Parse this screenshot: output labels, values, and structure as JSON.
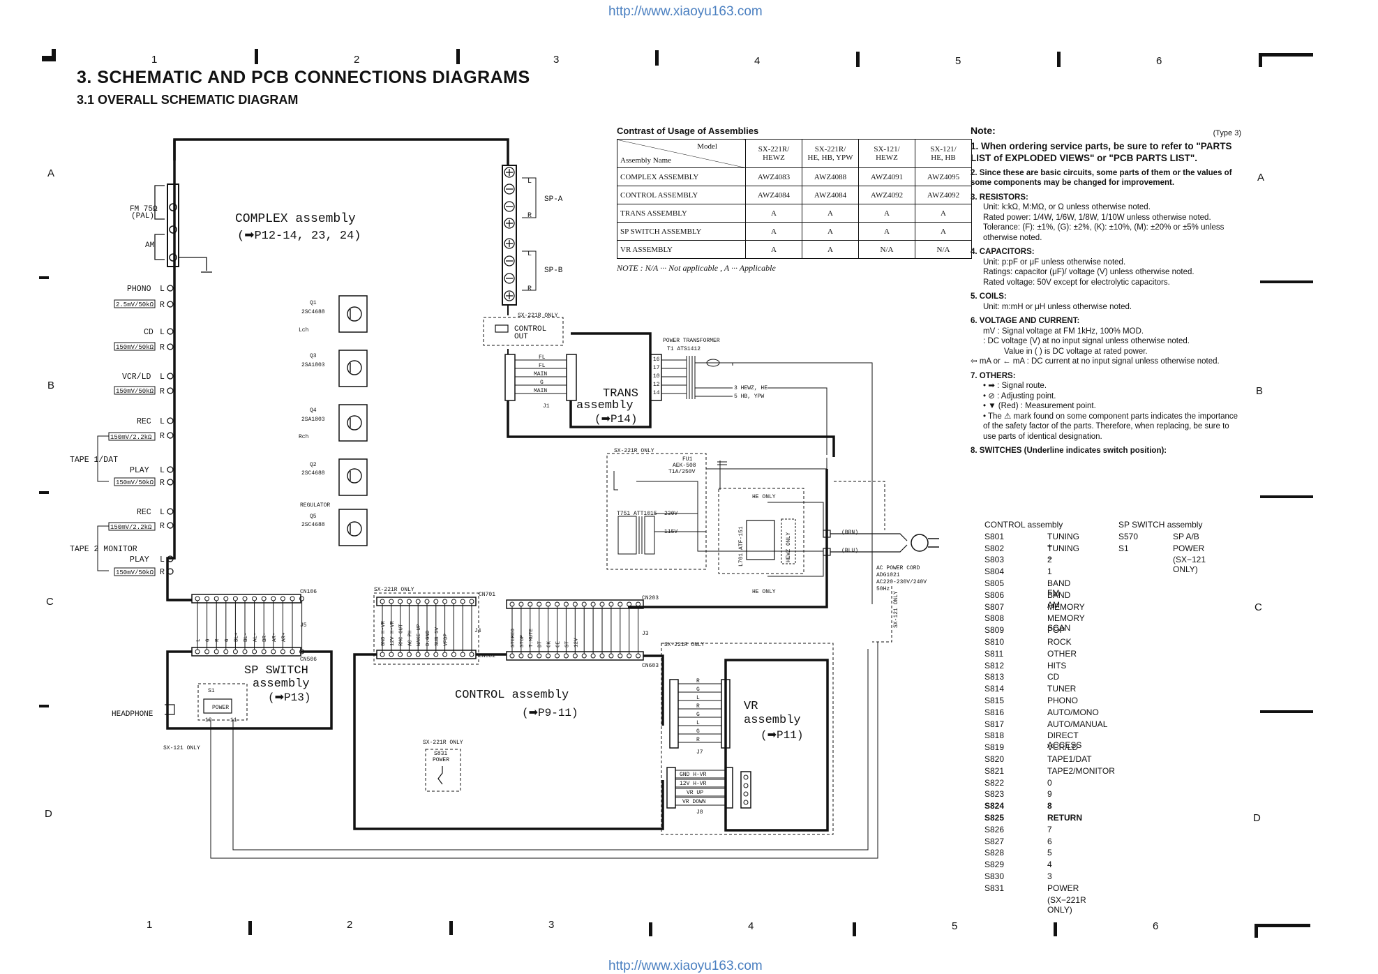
{
  "watermark": {
    "top_url": "http://www.xiaoyu163.com",
    "bottom_url": "http://www.xiaoyu163.com"
  },
  "header": {
    "title": "3. SCHEMATIC AND PCB CONNECTIONS DIAGRAMS",
    "subtitle": "3.1 OVERALL SCHEMATIC DIAGRAM"
  },
  "grid": {
    "columns": [
      "1",
      "2",
      "3",
      "4",
      "5",
      "6"
    ],
    "rows": [
      "A",
      "B",
      "C",
      "D"
    ]
  },
  "schematic": {
    "complex": {
      "name": "COMPLEX assembly",
      "ref": "(➡P12-14, 23, 24)"
    },
    "trans": {
      "name_1": "TRANS",
      "name_2": "assembly",
      "ref": "(➡P14)"
    },
    "sp_switch": {
      "name_1": "SP SWITCH",
      "name_2": "assembly",
      "ref": "(➡P13)"
    },
    "control": {
      "name": "CONTROL assembly",
      "ref": "(➡P9-11)"
    },
    "vr": {
      "name_1": "VR",
      "name_2": "assembly",
      "ref": "(➡P11)"
    },
    "inputs": {
      "fm": "FM 75Ω",
      "fm_pal": "(PAL)",
      "am": "AM",
      "phono": "PHONO",
      "cd": "CD",
      "vcr": "VCR/LD",
      "rec": "REC",
      "tape1": "TAPE 1/DAT",
      "play": "PLAY",
      "tape2": "TAPE 2 MONITOR",
      "lvl_phono": "2.5mV/50kΩ",
      "lvl_line": "150mV/50kΩ",
      "lvl_rec": "150mV/2.2kΩ",
      "L": "L",
      "R": "R"
    },
    "speakers": {
      "spa": "SP-A",
      "spb": "SP-B",
      "L": "L",
      "R": "R"
    },
    "transistors": [
      {
        "sym": "Q1",
        "part": "2SC4688",
        "side": "Lch"
      },
      {
        "sym": "Q3",
        "part": "2SA1803",
        "side": ""
      },
      {
        "sym": "Q4",
        "part": "2SA1803",
        "side": "Rch"
      },
      {
        "sym": "Q2",
        "part": "2SC4688",
        "side": ""
      },
      {
        "sym": "Q5",
        "part": "2SC4688",
        "side": "REGULATOR"
      }
    ],
    "control_out": {
      "note": "SX-221R ONLY",
      "label_1": "CONTROL",
      "label_2": "OUT"
    },
    "j1": {
      "pins": [
        "FL",
        "FL",
        "MAIN",
        "G",
        "MAIN"
      ],
      "name": "J1"
    },
    "transformer": {
      "label": "POWER TRANSFORMER",
      "ref": "T1  ATS1412",
      "taps": [
        "16",
        "17",
        "10",
        "12",
        "14"
      ],
      "out1": "3 HEWZ, HE",
      "out2": "5 HB, YPW"
    },
    "fuse": {
      "note": "SX-221R ONLY",
      "fu": "FU1",
      "part": "AEK-508",
      "rating": "T1A/250V"
    },
    "t751": {
      "name": "T751  ATT1015",
      "v1": "230V",
      "v2": "115V"
    },
    "he_only": "HE ONLY",
    "l701": "L701 ATF-151",
    "hewz_only": "HEWZ ONLY",
    "cord": {
      "label": "AC POWER CORD",
      "part": "ADG1021",
      "rating": "AC220-230V/240V",
      "freq": "50Hz",
      "brn": "(BRN)",
      "blu": "(BLU)",
      "sx121": "SX-121 ONLY"
    },
    "connectors": {
      "cn106": "CN106",
      "j5": "J5",
      "cn506": "CN506",
      "cn701": "CN701",
      "j4": "J4",
      "cn602": "CN602",
      "cn203": "CN203",
      "j3": "J3",
      "cn603": "CN603",
      "j7": "J7",
      "j8": "J8",
      "sx221r": "SX-221R ONLY",
      "j5_pins": [
        "L",
        "G",
        "R",
        "G",
        "BL+",
        "BL-",
        "AL-",
        "BR-",
        "AR-",
        "AR+"
      ],
      "j4_pins": [
        "GND H-VR",
        "12V H-VR",
        "RMC OUT",
        "AC PH",
        "WAKE UP",
        "D.GND",
        "SUB 5V",
        "VFDP"
      ],
      "j3_pins": [
        "STEREO",
        "STOP",
        "T.MUTE",
        "DT",
        "CK",
        "CE",
        "ST",
        "12V"
      ],
      "j7_pins": [
        "R",
        "G",
        "L",
        "R",
        "G",
        "L",
        "G",
        "R"
      ],
      "j8_pins": [
        "GND H-VR",
        "12V H-VR",
        "VR UP",
        "VR DOWN"
      ]
    },
    "headphone": "HEADPHONE",
    "s1": {
      "name": "S1",
      "label": "POWER",
      "pin10": "10",
      "pin11": "11",
      "note": "SX-121 ONLY"
    },
    "s831": {
      "note": "SX-221R ONLY",
      "name": "S831",
      "label": "POWER"
    }
  },
  "table": {
    "caption": "Contrast of Usage of Assemblies",
    "corner_model": "Model",
    "corner_name": "Assembly Name",
    "headers": [
      [
        "SX-221R/",
        "HEWZ"
      ],
      [
        "SX-221R/",
        "HE, HB, YPW"
      ],
      [
        "SX-121/",
        "HEWZ"
      ],
      [
        "SX-121/",
        "HE, HB"
      ]
    ],
    "rows": [
      {
        "name": "COMPLEX ASSEMBLY",
        "cells": [
          "AWZ4083",
          "AWZ4088",
          "AWZ4091",
          "AWZ4095"
        ]
      },
      {
        "name": "CONTROL ASSEMBLY",
        "cells": [
          "AWZ4084",
          "AWZ4084",
          "AWZ4092",
          "AWZ4092"
        ]
      },
      {
        "name": "TRANS ASSEMBLY",
        "cells": [
          "A",
          "A",
          "A",
          "A"
        ]
      },
      {
        "name": "SP SWITCH ASSEMBLY",
        "cells": [
          "A",
          "A",
          "A",
          "A"
        ]
      },
      {
        "name": "VR ASSEMBLY",
        "cells": [
          "A",
          "A",
          "N/A",
          "N/A"
        ]
      }
    ],
    "note": "NOTE : N/A ··· Not applicable  , A ··· Applicable"
  },
  "notes": {
    "heading": "Note:",
    "type": "(Type 3)",
    "n1": "1. When ordering service parts, be sure to refer to \"PARTS LIST of EXPLODED VIEWS\" or \"PCB PARTS LIST\".",
    "n2": "2. Since these are basic circuits, some parts of them or the values of some components may be changed for improvement.",
    "n3_h": "3. RESISTORS:",
    "n3_a": "Unit: k:kΩ, M:MΩ, or Ω unless otherwise noted.",
    "n3_b": "Rated power: 1/4W, 1/6W, 1/8W, 1/10W unless otherwise noted.",
    "n3_c": "Tolerance: (F): ±1%, (G): ±2%, (K): ±10%, (M): ±20% or ±5% unless otherwise noted.",
    "n4_h": "4. CAPACITORS:",
    "n4_a": "Unit: p:pF or μF unless otherwise noted.",
    "n4_b": "Ratings: capacitor (μF)/ voltage (V) unless otherwise noted.",
    "n4_c": "Rated voltage: 50V except for electrolytic capacitors.",
    "n5_h": "5. COILS:",
    "n5_a": "Unit: m:mH or μH unless otherwise noted.",
    "n6_h": "6. VOLTAGE AND CURRENT:",
    "n6_a": "mV : Signal voltage at FM 1kHz, 100% MOD.",
    "n6_b": ": DC voltage (V) at no input signal unless otherwise noted.",
    "n6_c": "Value in (   ) is DC voltage at rated power.",
    "n6_d": "⇦ mA  or ← mA : DC current at no input signal unless otherwise noted.",
    "n7_h": "7. OTHERS:",
    "n7_a": "• ➡ : Signal route.",
    "n7_b": "• ⊘ : Adjusting point.",
    "n7_c": "• ▼ (Red) : Measurement point.",
    "n7_d": "• The ⚠ mark found on some component parts indicates the importance of the safety factor of the parts. Therefore, when replacing, be sure to use parts of identical designation.",
    "n8_h": "8. SWITCHES (Underline indicates switch position):"
  },
  "switches": {
    "control_title": "CONTROL assembly",
    "sp_title": "SP SWITCH assembly",
    "control": [
      [
        "S801",
        "TUNING +"
      ],
      [
        "S802",
        "TUNING −"
      ],
      [
        "S803",
        "2"
      ],
      [
        "S804",
        "1"
      ],
      [
        "S805",
        "BAND FM"
      ],
      [
        "S806",
        "BAND AM"
      ],
      [
        "S807",
        "MEMORY"
      ],
      [
        "S808",
        "MEMORY SCAN"
      ],
      [
        "S809",
        "POP"
      ],
      [
        "S810",
        "ROCK"
      ],
      [
        "S811",
        "OTHER"
      ],
      [
        "S812",
        "HITS"
      ],
      [
        "S813",
        "CD"
      ],
      [
        "S814",
        "TUNER"
      ],
      [
        "S815",
        "PHONO"
      ],
      [
        "S816",
        "AUTO/MONO"
      ],
      [
        "S817",
        "AUTO/MANUAL"
      ],
      [
        "S818",
        "DIRECT ACCESS"
      ],
      [
        "S819",
        "VCR/LD"
      ],
      [
        "S820",
        "TAPE1/DAT"
      ],
      [
        "S821",
        "TAPE2/MONITOR"
      ],
      [
        "S822",
        "0"
      ],
      [
        "S823",
        "9"
      ],
      [
        "S824",
        "8"
      ],
      [
        "S825",
        "RETURN"
      ],
      [
        "S826",
        "7"
      ],
      [
        "S827",
        "6"
      ],
      [
        "S828",
        "5"
      ],
      [
        "S829",
        "4"
      ],
      [
        "S830",
        "3"
      ],
      [
        "S831",
        "POWER"
      ]
    ],
    "s831_note": "(SX−221R ONLY)",
    "sp": [
      [
        "S570",
        "SP A/B"
      ],
      [
        "S1",
        "POWER"
      ]
    ],
    "s1_note": "(SX−121 ONLY)"
  }
}
